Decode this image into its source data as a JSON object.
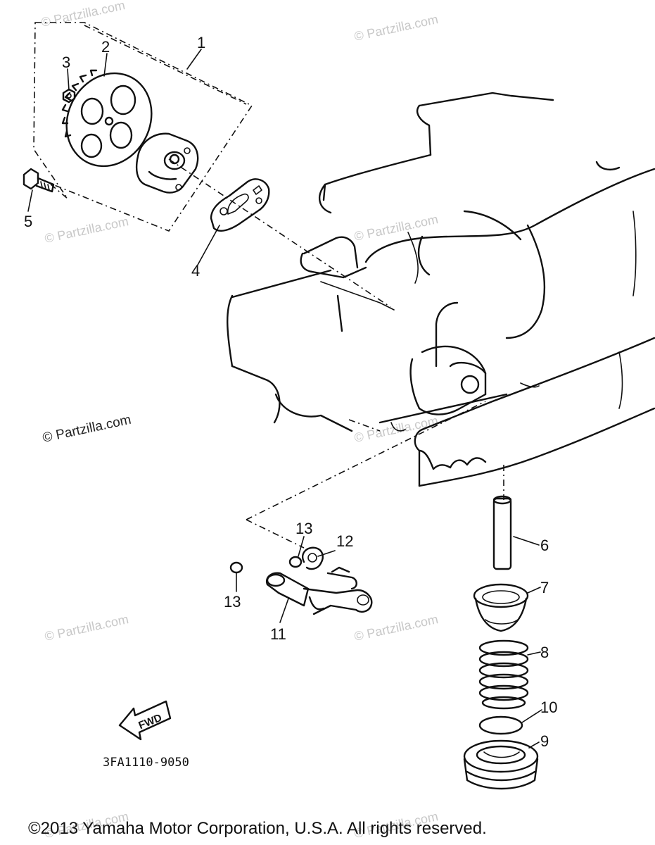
{
  "callouts": {
    "c1": "1",
    "c2": "2",
    "c3": "3",
    "c4": "4",
    "c5": "5",
    "c6": "6",
    "c7": "7",
    "c8": "8",
    "c9": "9",
    "c10": "10",
    "c11": "11",
    "c12": "12",
    "c13a": "13",
    "c13b": "13"
  },
  "direction_label": "FWD",
  "diagram_code": "3FA1110-9050",
  "watermark": "© Partzilla.com",
  "copyright": "©2013 Yamaha Motor Corporation, U.S.A. All rights reserved."
}
